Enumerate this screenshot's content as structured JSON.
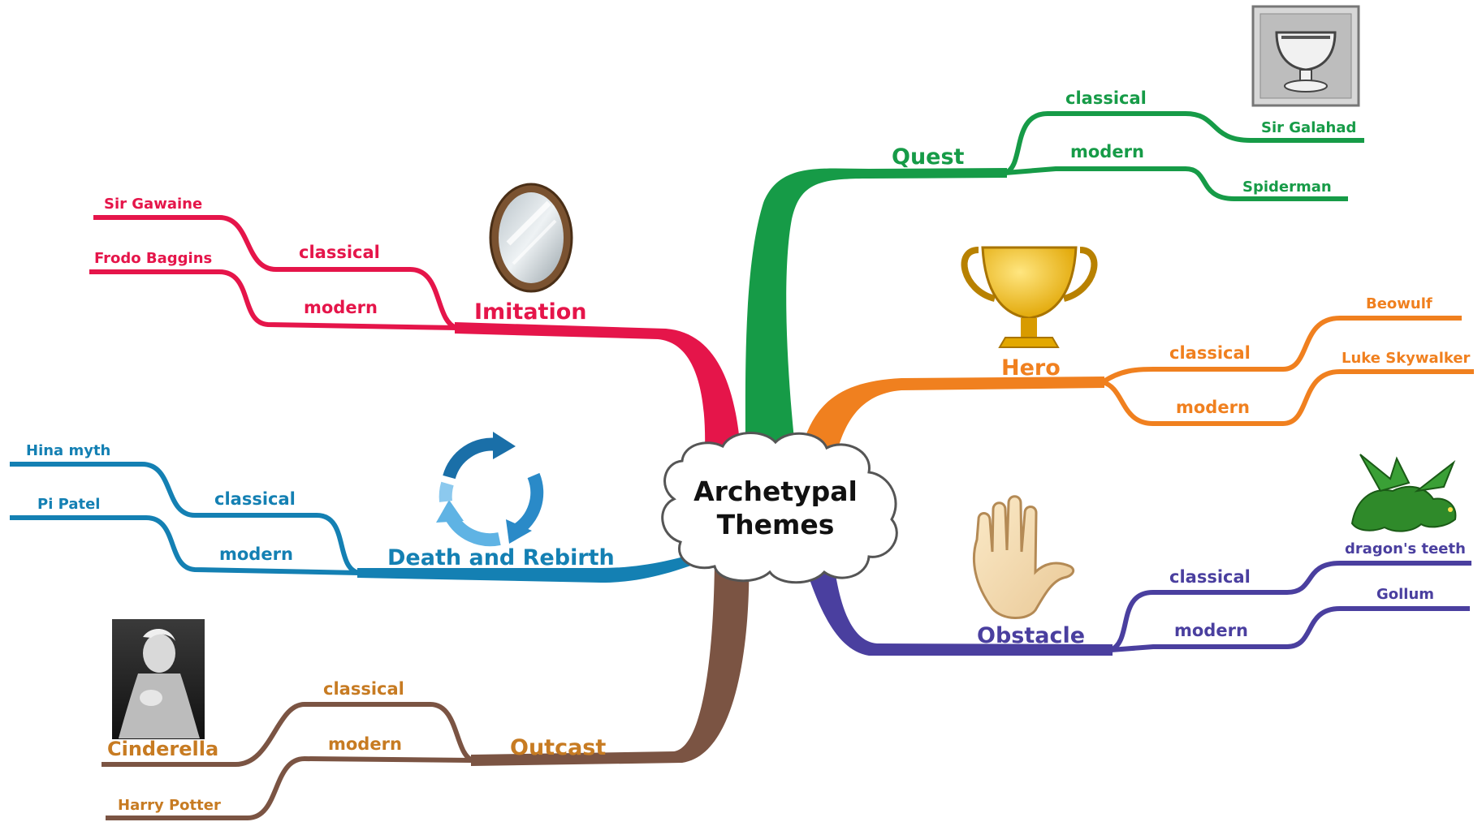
{
  "center": {
    "line1": "Archetypal",
    "line2": "Themes"
  },
  "branches": {
    "quest": {
      "label": "Quest",
      "color": "#169b47",
      "classical": {
        "label": "classical",
        "example": "Sir Galahad"
      },
      "modern": {
        "label": "modern",
        "example": "Spiderman"
      },
      "icon": "grail-cup-icon"
    },
    "imitation": {
      "label": "Imitation",
      "color": "#e5154a",
      "classical": {
        "label": "classical",
        "example": "Sir Gawaine"
      },
      "modern": {
        "label": "modern",
        "example": "Frodo Baggins"
      },
      "icon": "mirror-icon"
    },
    "hero": {
      "label": "Hero",
      "color": "#f0801f",
      "classical": {
        "label": "classical",
        "example": "Beowulf"
      },
      "modern": {
        "label": "modern",
        "example": "Luke Skywalker"
      },
      "icon": "trophy-icon"
    },
    "death_rebirth": {
      "label": "Death and Rebirth",
      "color": "#1480b3",
      "classical": {
        "label": "classical",
        "example": "Hina myth"
      },
      "modern": {
        "label": "modern",
        "example": "Pi Patel"
      },
      "icon": "cycle-arrows-icon"
    },
    "obstacle": {
      "label": "Obstacle",
      "color": "#4a3f9f",
      "classical": {
        "label": "classical",
        "example": "dragon's teeth"
      },
      "modern": {
        "label": "modern",
        "example": "Gollum"
      },
      "icon": "hand-icon",
      "icon2": "dragon-icon"
    },
    "outcast": {
      "label": "Outcast",
      "color": "#7b5443",
      "text_color": "#c77b22",
      "classical": {
        "label": "classical",
        "example": "Cinderella"
      },
      "modern": {
        "label": "modern",
        "example": "Harry Potter"
      },
      "icon": "cinderella-photo"
    }
  }
}
